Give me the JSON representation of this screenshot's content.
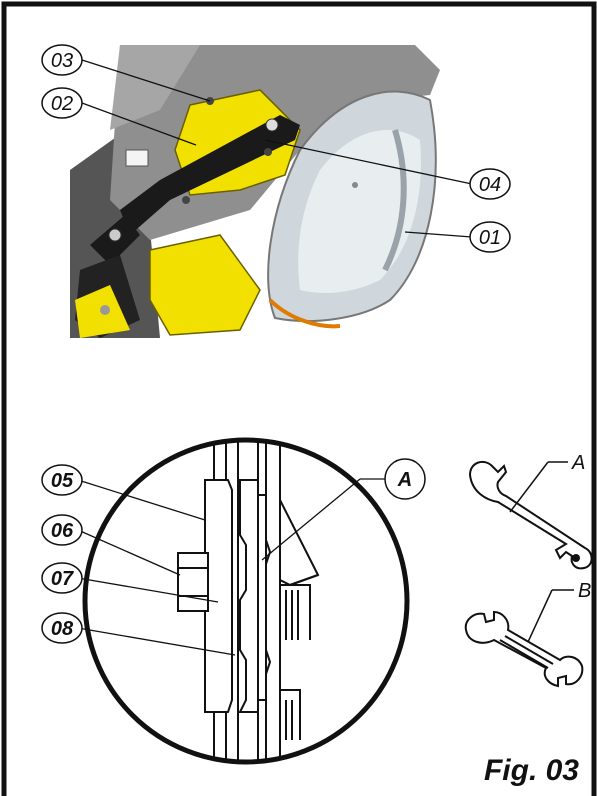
{
  "figure": {
    "title": "Fig. 03",
    "photo_callouts": [
      "03",
      "02",
      "04",
      "01"
    ],
    "diagram_callouts": [
      "05",
      "06",
      "07",
      "08",
      "A"
    ],
    "tool_labels": [
      "A",
      "B"
    ]
  },
  "colors": {
    "frame": "#111111",
    "guard_grey": "#8c8c8c",
    "bracket_yellow": "#f2e100",
    "blade_silver": "#cfd6dc"
  }
}
